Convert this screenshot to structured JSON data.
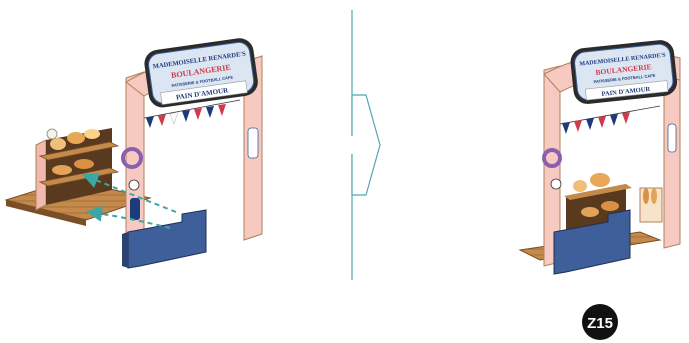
{
  "sign": {
    "name_line": "MADEMOISELLE RENARDE'S",
    "shop_line": "BOULANGERIE",
    "sub_line": "PATISSERIE & FOOTBALL CAFE",
    "banner_line": "PAIN D'AMOUR"
  },
  "step_badge": {
    "label": "Z15"
  },
  "colors": {
    "wood_pink": "#f6c9c1",
    "wood_edge": "#b07f5c",
    "counter_blue": "#3e5f99",
    "shelf_wood": "#9a6a3c",
    "arrow_teal": "#3aa6a6",
    "divider": "#4fa8b4",
    "badge": "#111111"
  },
  "icons": [
    "assembly-arrow-icon",
    "divider-arrow-icon",
    "step-badge-icon"
  ]
}
